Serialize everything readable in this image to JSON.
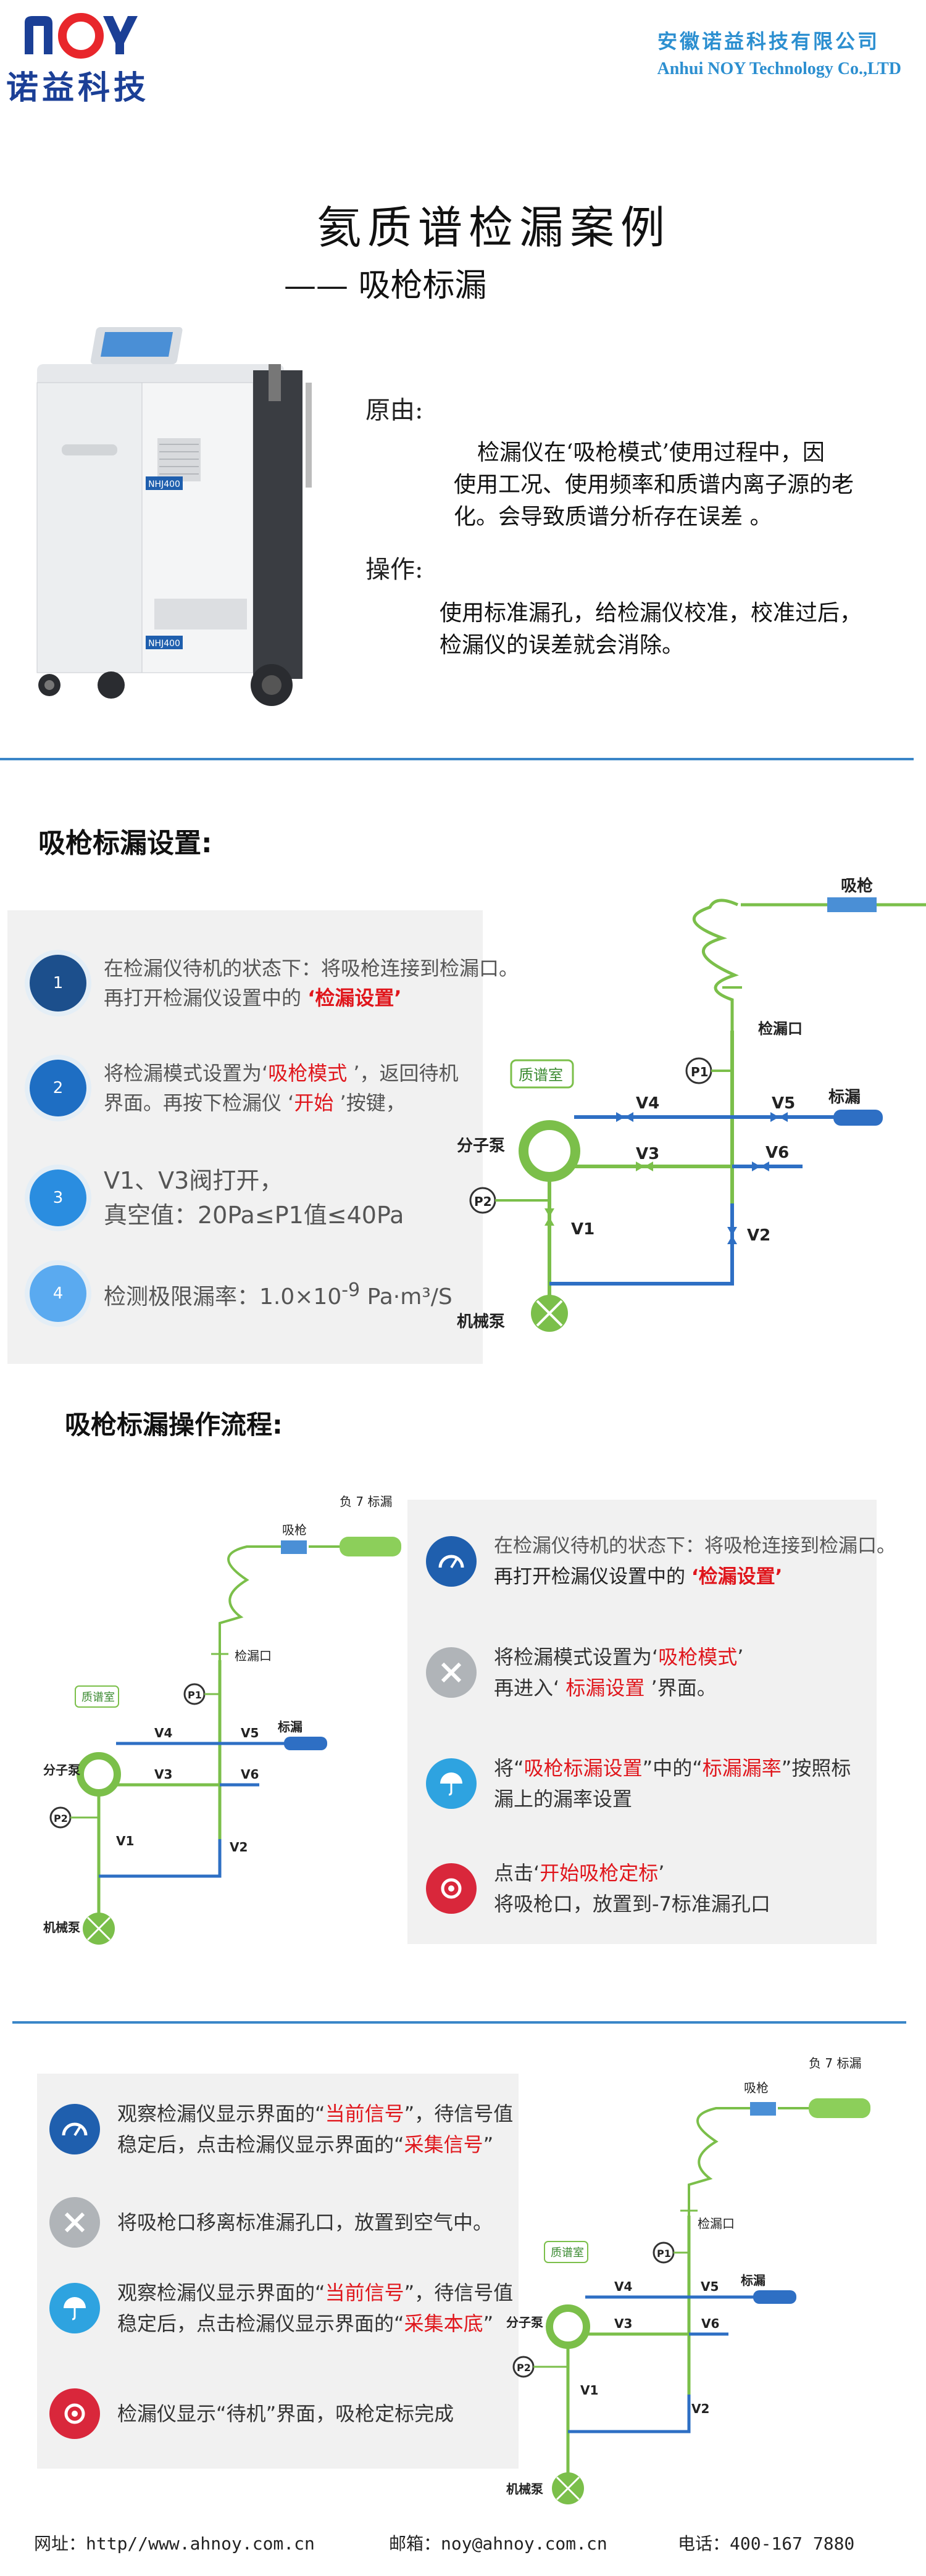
{
  "header": {
    "logo_text": "诺益科技",
    "company_cn": "安徽诺益科技有限公司",
    "company_en": "Anhui NOY Technology Co.,LTD"
  },
  "title": {
    "main": "氦质谱检漏案例",
    "sub": "—— 吸枪标漏"
  },
  "machine": {
    "label_top": "NHJ400",
    "label_bottom": "NHJ400"
  },
  "intro": {
    "reason_label": "原由:",
    "reason_text": [
      "检漏仪在‘吸枪模式’使用过程中，因",
      "使用工况、使用频率和质谱内离子源的老",
      "化。会导致质谱分析存在误差 。"
    ],
    "operation_label": "操作:",
    "operation_text": [
      "使用标准漏孔，给检漏仪校准，校准过后，",
      "检漏仪的误差就会消除。"
    ]
  },
  "section1": {
    "title": "吸枪标漏设置:",
    "steps": [
      {
        "num": "1",
        "line1": "在检漏仪待机的状态下：将吸枪连接到检漏口。",
        "line2a": "再打开检漏仪设置中的 ",
        "line2b": "‘检漏设置’",
        "color": "#1c4f8c"
      },
      {
        "num": "2",
        "line1a": "将检漏模式设置为‘",
        "line1b": "吸枪模式",
        "line1c": " ’，返回待机",
        "line2a": "界面。再按下检漏仪 ‘",
        "line2b": "开始",
        "line2c": " ’按键，",
        "color": "#1e6ec3"
      },
      {
        "num": "3",
        "line1": "V1、V3阀打开，",
        "line2": "真空值：20Pa≤P1值≤40Pa",
        "color": "#2a8de0"
      },
      {
        "num": "4",
        "line1": "检测极限漏率：1.0×10",
        "sup": "-9",
        "line1b": " Pa·m³/S",
        "color": "#5aaaf0"
      }
    ]
  },
  "diagram": {
    "gun": "吸枪",
    "port": "检漏口",
    "chamber": "质谱室",
    "pump_molecular": "分子泵",
    "pump_mechanical": "机械泵",
    "standard_leak": "标漏",
    "standard_leak_7": "负 7 标漏",
    "p1": "P1",
    "p2": "P2",
    "v1": "V1",
    "v2": "V2",
    "v3": "V3",
    "v4": "V4",
    "v5": "V5",
    "v6": "V6"
  },
  "section2": {
    "title": "吸枪标漏操作流程:",
    "steps": [
      {
        "icon": "gauge-icon",
        "color": "#1f5fae",
        "l1": "在检漏仪待机的状态下：将吸枪连接到检漏口。",
        "l2a": "再打开检漏仪设置中的 ",
        "l2b": "‘检漏设置’"
      },
      {
        "icon": "tools-icon",
        "color": "#b0b4b8",
        "l1a": "将检漏模式设置为‘",
        "l1b": "吸枪模式",
        "l1c": "’",
        "l2a": "再进入‘ ",
        "l2b": "标漏设置",
        "l2c": " ’界面。"
      },
      {
        "icon": "umbrella-icon",
        "color": "#2ea3e0",
        "l1a": "将“",
        "l1b": "吸枪标漏设置",
        "l1c": "”中的“",
        "l1d": "标漏漏率",
        "l1e": "”按照标",
        "l2": "漏上的漏率设置"
      },
      {
        "icon": "target-icon",
        "color": "#d9273b",
        "l1a": "点击‘",
        "l1b": "开始吸枪定标",
        "l1c": "’",
        "l2": "将吸枪口，放置到-7标准漏孔口"
      }
    ]
  },
  "section3": {
    "steps": [
      {
        "icon": "gauge-icon",
        "color": "#1f5fae",
        "l1a": "观察检漏仪显示界面的“",
        "l1b": "当前信号",
        "l1c": "”，待信号值",
        "l2a": "稳定后，点击检漏仪显示界面的“",
        "l2b": "采集信号",
        "l2c": "”"
      },
      {
        "icon": "tools-icon",
        "color": "#b0b4b8",
        "l1": "将吸枪口移离标准漏孔口，放置到空气中。"
      },
      {
        "icon": "umbrella-icon",
        "color": "#2ea3e0",
        "l1a": "观察检漏仪显示界面的“",
        "l1b": "当前信号",
        "l1c": "”，待信号值",
        "l2a": "稳定后，点击检漏仪显示界面的“",
        "l2b": "采集本底",
        "l2c": "”"
      },
      {
        "icon": "target-icon",
        "color": "#d9273b",
        "l1": "检漏仪显示“待机”界面，吸枪定标完成"
      }
    ]
  },
  "footer": {
    "website": "网址：http//www.ahnoy.com.cn",
    "email": "邮箱：noy@ahnoy.com.cn",
    "phone": "电话：400-167 7880"
  }
}
